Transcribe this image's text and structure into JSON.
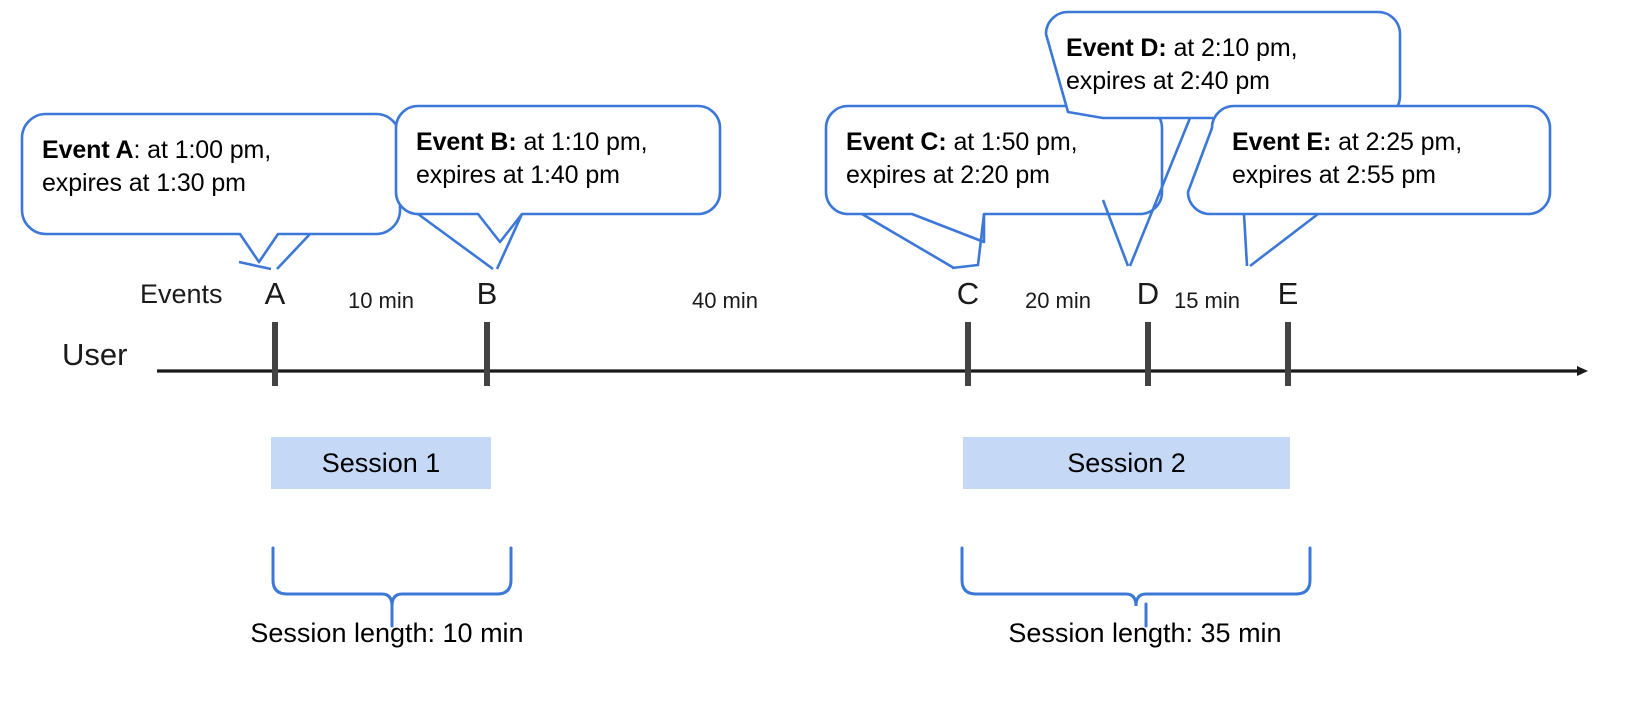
{
  "diagram": {
    "title": "User session timeline with event callouts",
    "accent_color": "#3c78d8",
    "session_fill": "#c5d9f7",
    "axis_color": "#1a1a1a",
    "tick_color": "#434343"
  },
  "axis": {
    "row_label": "User",
    "events_label": "Events",
    "arrow_direction": "right"
  },
  "events": [
    {
      "letter": "A",
      "bold": "Event A",
      "separator": ":",
      "rest_line1": " at 1:00 pm,",
      "line2": "expires at 1:30 pm",
      "time": "1:00 pm",
      "expires": "1:30 pm"
    },
    {
      "letter": "B",
      "bold": "Event B:",
      "separator": "",
      "rest_line1": " at 1:10 pm,",
      "line2": "expires at 1:40 pm",
      "time": "1:10 pm",
      "expires": "1:40 pm"
    },
    {
      "letter": "C",
      "bold": "Event C:",
      "separator": "",
      "rest_line1": " at 1:50 pm,",
      "line2": "expires at 2:20 pm",
      "time": "1:50 pm",
      "expires": "2:20 pm"
    },
    {
      "letter": "D",
      "bold": "Event D:",
      "separator": "",
      "rest_line1": " at 2:10 pm,",
      "line2": "expires at 2:40 pm",
      "time": "2:10 pm",
      "expires": "2:40 pm"
    },
    {
      "letter": "E",
      "bold": "Event E:",
      "separator": "",
      "rest_line1": " at 2:25 pm,",
      "line2": "expires at 2:55 pm",
      "time": "2:25 pm",
      "expires": "2:55 pm"
    }
  ],
  "gaps": [
    {
      "label": "10 min",
      "between": "A-B"
    },
    {
      "label": "40 min",
      "between": "B-C"
    },
    {
      "label": "20 min",
      "between": "C-D"
    },
    {
      "label": "15 min",
      "between": "D-E"
    }
  ],
  "sessions": [
    {
      "name": "Session 1",
      "caption": "Session length: 10 min",
      "length": "10 min"
    },
    {
      "name": "Session 2",
      "caption": "Session length: 35 min",
      "length": "35 min"
    }
  ]
}
